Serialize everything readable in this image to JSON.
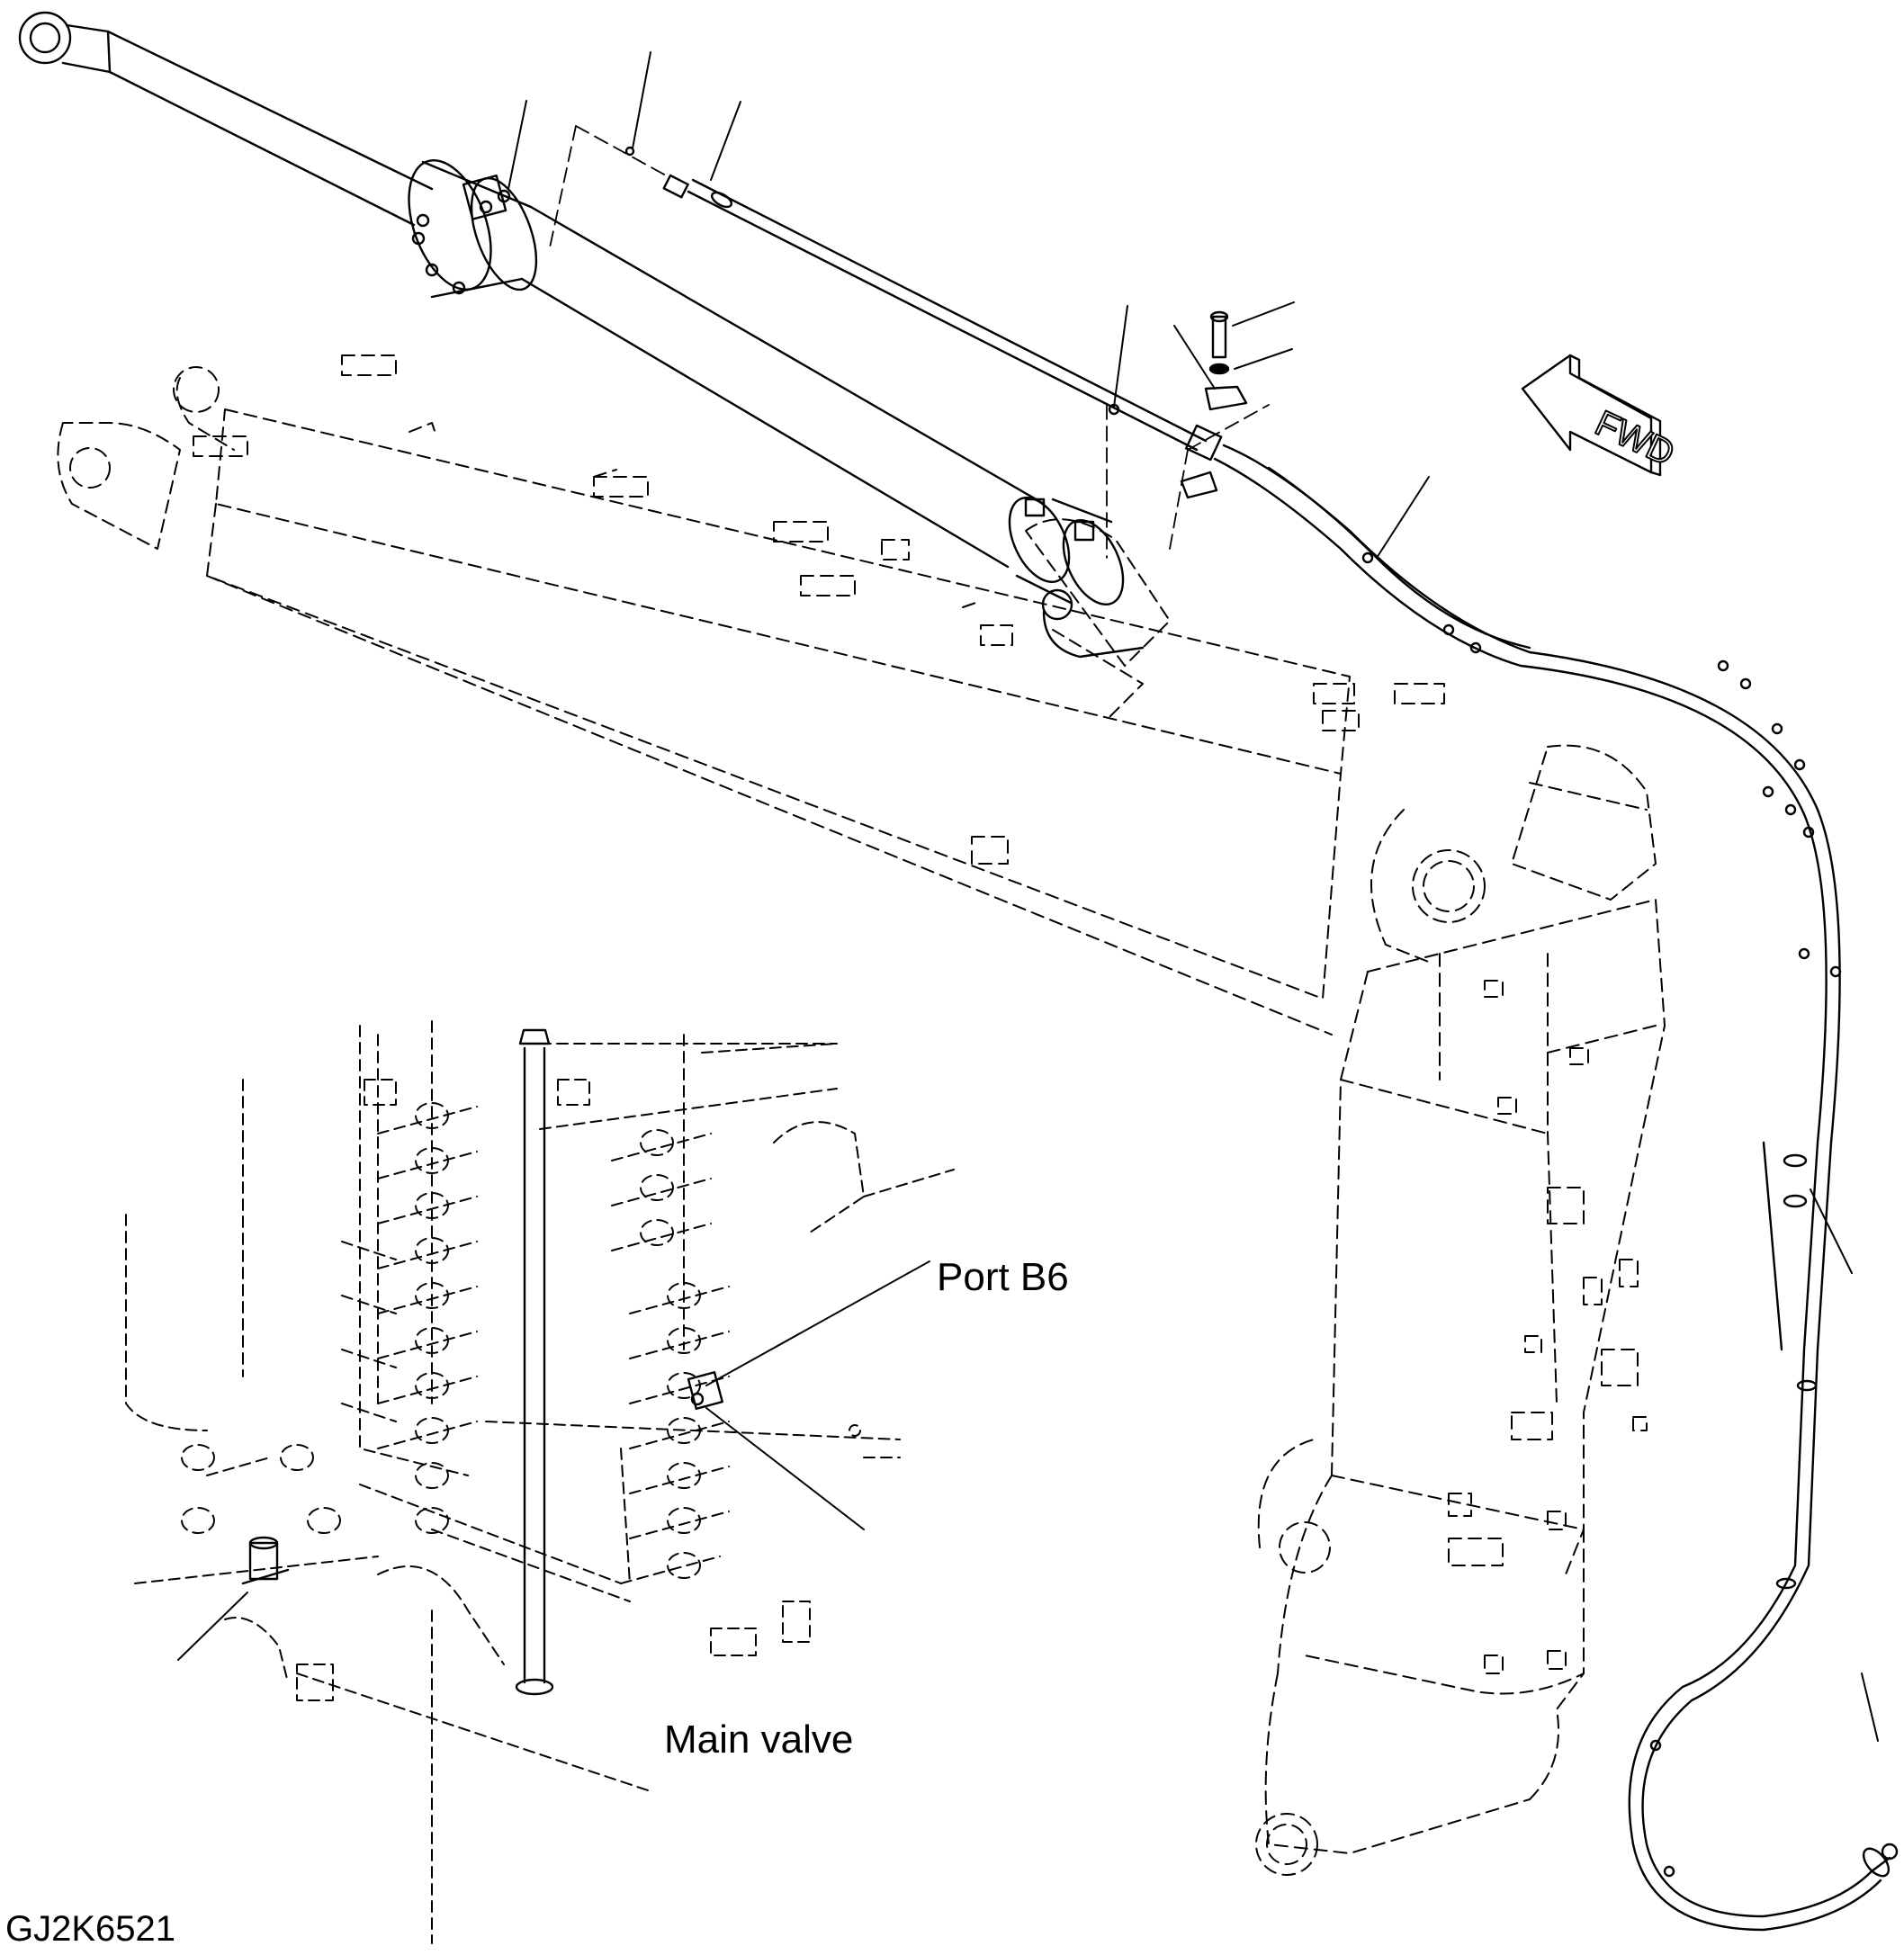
{
  "labels": {
    "port": "Port B6",
    "valve": "Main valve",
    "drawing_code": "GJ2K6521",
    "fwd_arrow": "FWD"
  },
  "colors": {
    "ink": "#000000",
    "paper": "#ffffff"
  }
}
